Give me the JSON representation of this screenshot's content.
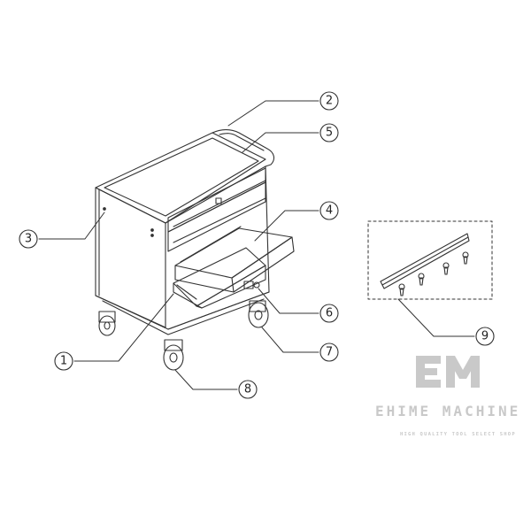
{
  "diagram": {
    "callouts": [
      {
        "id": "c1",
        "label": "1"
      },
      {
        "id": "c2",
        "label": "2"
      },
      {
        "id": "c3",
        "label": "3"
      },
      {
        "id": "c4",
        "label": "4"
      },
      {
        "id": "c5",
        "label": "5"
      },
      {
        "id": "c6",
        "label": "6"
      },
      {
        "id": "c7",
        "label": "7"
      },
      {
        "id": "c8",
        "label": "8"
      },
      {
        "id": "c9",
        "label": "9"
      }
    ]
  },
  "brand": {
    "name": "EHIME MACHINE",
    "tagline": "HIGH QUALITY TOOL SELECT SHOP",
    "color": "#c9c9c9"
  },
  "colors": {
    "line": "#333333",
    "background": "#ffffff"
  }
}
